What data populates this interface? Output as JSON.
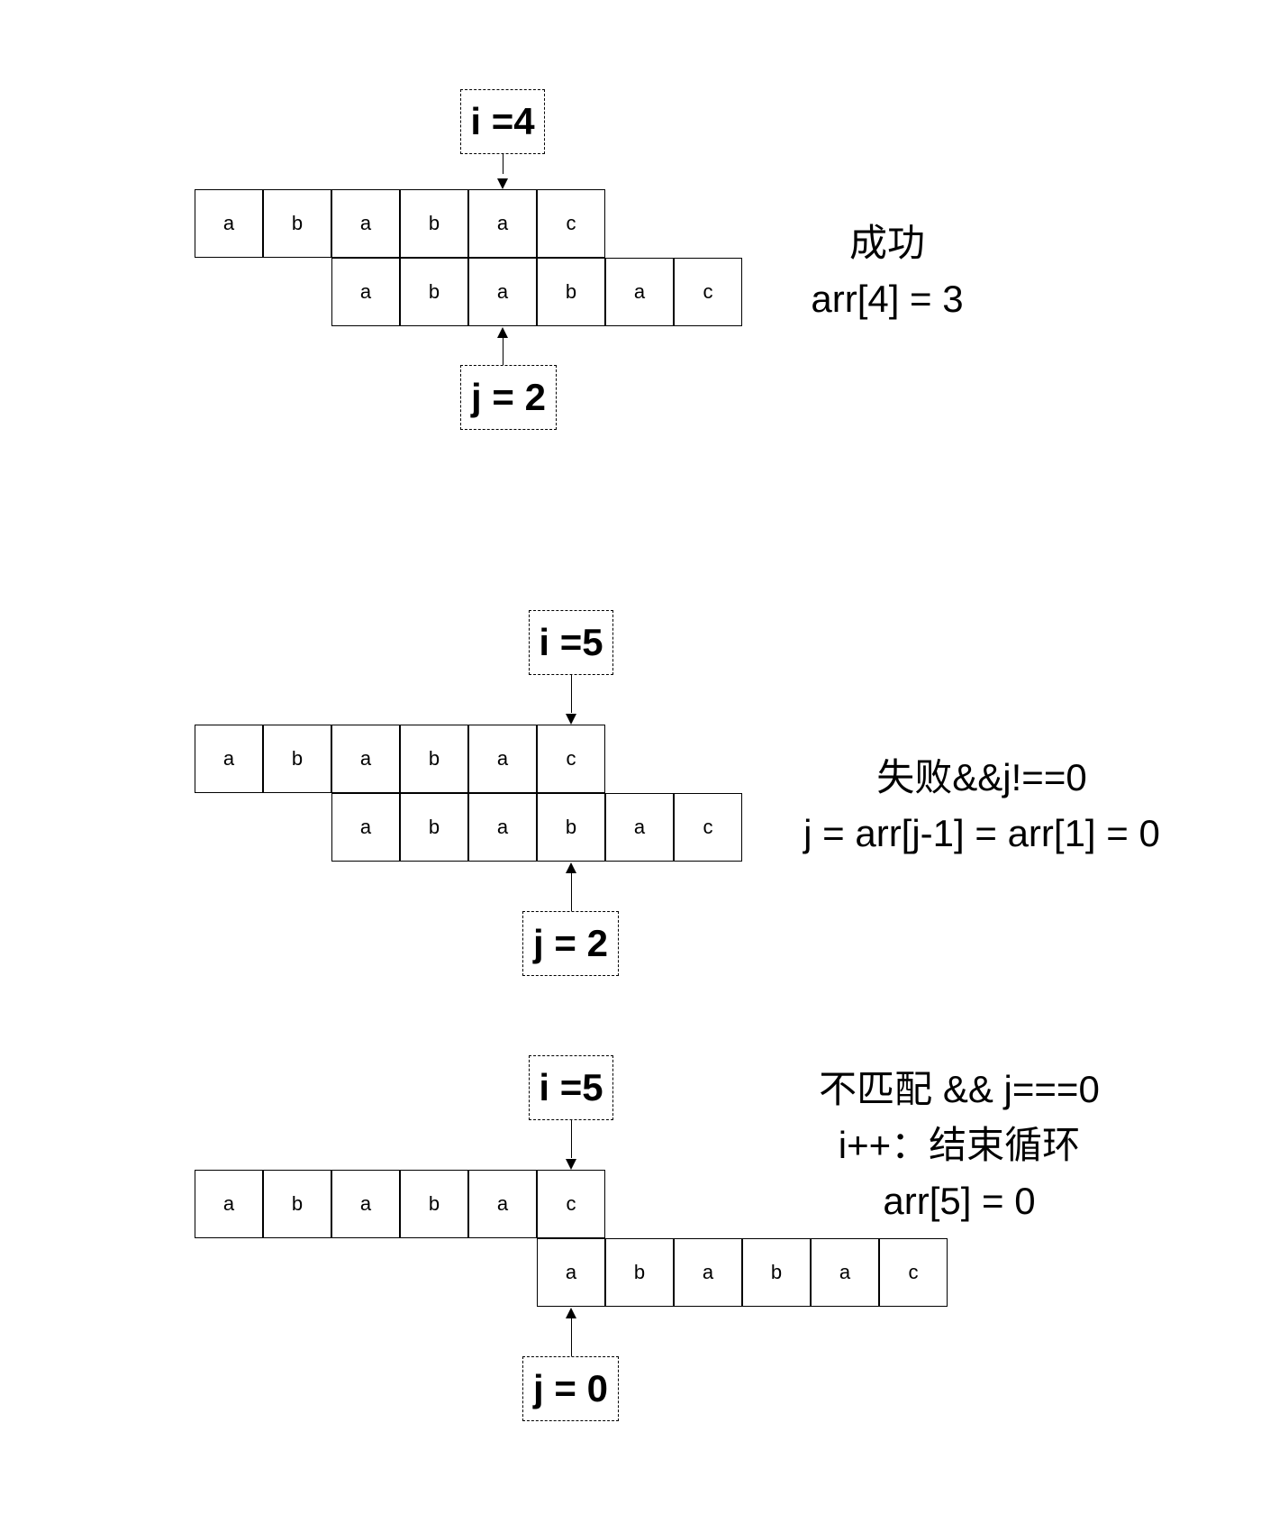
{
  "panels": [
    {
      "text_row": [
        "a",
        "b",
        "a",
        "b",
        "a",
        "c"
      ],
      "pattern_row": [
        "a",
        "b",
        "a",
        "b",
        "a",
        "c"
      ],
      "i_label": "i =4",
      "j_label": "j = 2",
      "caption": [
        "成功",
        "arr[4] = 3"
      ]
    },
    {
      "text_row": [
        "a",
        "b",
        "a",
        "b",
        "a",
        "c"
      ],
      "pattern_row": [
        "a",
        "b",
        "a",
        "b",
        "a",
        "c"
      ],
      "i_label": "i =5",
      "j_label": "j = 2",
      "caption": [
        "失败&&j!==0",
        "j = arr[j-1] = arr[1] = 0"
      ]
    },
    {
      "text_row": [
        "a",
        "b",
        "a",
        "b",
        "a",
        "c"
      ],
      "pattern_row": [
        "a",
        "b",
        "a",
        "b",
        "a",
        "c"
      ],
      "i_label": "i =5",
      "j_label": "j = 0",
      "caption": [
        "不匹配 && j===0",
        "i++：结束循环",
        "arr[5] = 0"
      ]
    }
  ]
}
